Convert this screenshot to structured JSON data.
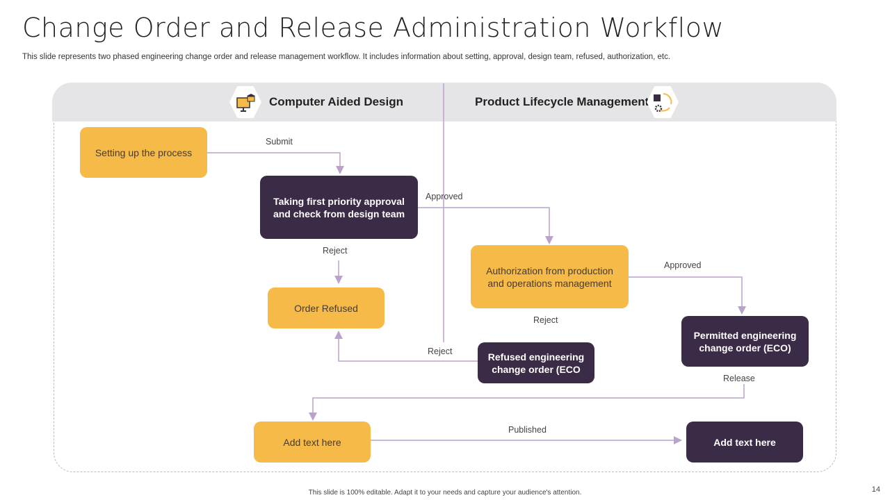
{
  "title": "Change Order and Release Administration  Workflow",
  "subtitle": "This slide represents two phased engineering change order and release management workflow. It includes information about setting, approval, design team, refused, authorization, etc.",
  "phases": {
    "left": {
      "label": "Computer Aided Design",
      "icon": "computer-box-icon"
    },
    "right": {
      "label": "Product Lifecycle Management",
      "icon": "product-cycle-icon"
    }
  },
  "nodes": {
    "setup": "Setting up the process",
    "approval": "Taking first priority approval and check from design team",
    "refused": "Order Refused",
    "authorization": "Authorization from production and operations management",
    "refused_eco": "Refused engineering change order (ECO",
    "permitted_eco": "Permitted engineering change order (ECO)",
    "add_text_1": "Add text here",
    "add_text_2": "Add  text here"
  },
  "edges": {
    "submit": "Submit",
    "approved_1": "Approved",
    "reject_1": "Reject",
    "approved_2": "Approved",
    "reject_2": "Reject",
    "reject_3": "Reject",
    "release": "Release",
    "published": "Published"
  },
  "colors": {
    "yellow": "#f5ba48",
    "dark": "#3a2b46",
    "connector": "#b9a3cc",
    "band": "#e5e5e7"
  },
  "footer": "This slide is 100% editable.  Adapt it to your needs and capture your audience's attention.",
  "page_number": "14"
}
